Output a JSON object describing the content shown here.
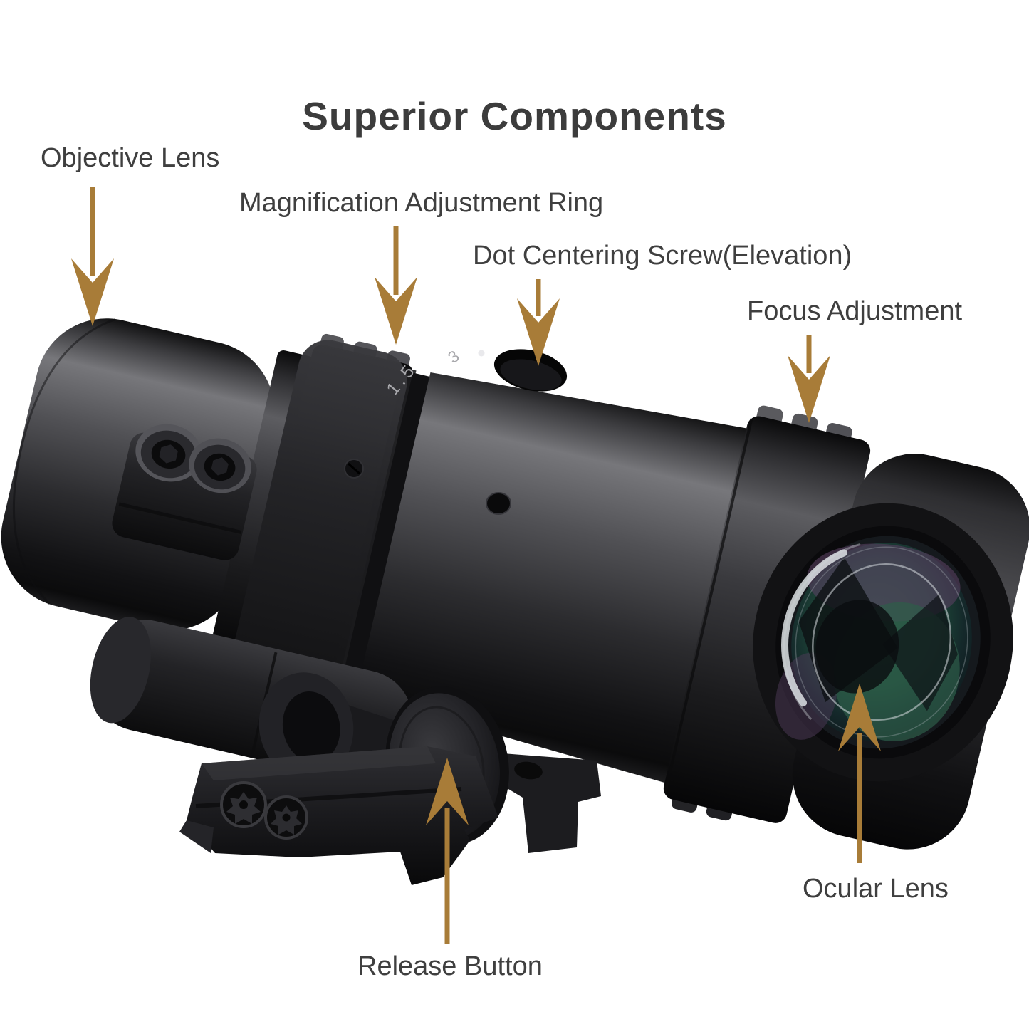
{
  "page": {
    "title": "Superior Components",
    "background": "#ffffff"
  },
  "colors": {
    "title": "#3c3c3c",
    "label": "#3f3f3f",
    "arrow": "#a87c38"
  },
  "labels": [
    {
      "id": "objective-lens",
      "text": "Objective Lens"
    },
    {
      "id": "magnification-adjustment-ring",
      "text": "Magnification Adjustment Ring"
    },
    {
      "id": "dot-centering-screw",
      "text": "Dot Centering Screw(Elevation)"
    },
    {
      "id": "focus-adjustment",
      "text": "Focus Adjustment"
    },
    {
      "id": "ocular-lens",
      "text": "Ocular Lens"
    },
    {
      "id": "release-button",
      "text": "Release Button"
    }
  ],
  "scope_markings": {
    "magnification_value": "1.5",
    "secondary_value": "3"
  }
}
